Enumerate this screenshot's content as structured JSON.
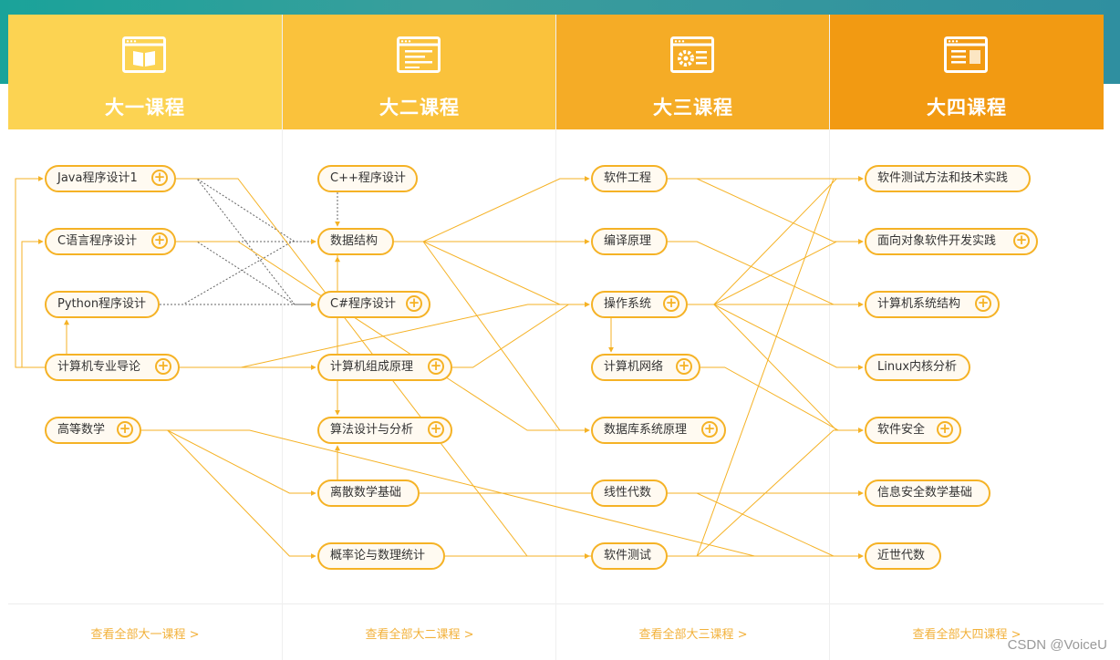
{
  "colors": {
    "col1": "#fcd352",
    "col2": "#fac23c",
    "col3": "#f5ac26",
    "col4": "#f29a12",
    "line": "#f5b225",
    "accent": "#f2b13a"
  },
  "columns": [
    {
      "title": "大一课程",
      "icon": "book-window-icon",
      "footer": "查看全部大一课程 >"
    },
    {
      "title": "大二课程",
      "icon": "document-window-icon",
      "footer": "查看全部大二课程 >"
    },
    {
      "title": "大三课程",
      "icon": "gear-window-icon",
      "footer": "查看全部大三课程 >"
    },
    {
      "title": "大四课程",
      "icon": "layout-window-icon",
      "footer": "查看全部大四课程 >"
    }
  ],
  "courses": [
    {
      "id": "java",
      "label": "Java程序设计1",
      "plus": true
    },
    {
      "id": "c",
      "label": "C语言程序设计",
      "plus": true
    },
    {
      "id": "python",
      "label": "Python程序设计",
      "plus": false
    },
    {
      "id": "intro",
      "label": "计算机专业导论",
      "plus": true
    },
    {
      "id": "math",
      "label": "高等数学",
      "plus": true
    },
    {
      "id": "cpp",
      "label": "C++程序设计",
      "plus": false
    },
    {
      "id": "ds",
      "label": "数据结构",
      "plus": false
    },
    {
      "id": "cs",
      "label": "C#程序设计",
      "plus": true
    },
    {
      "id": "org",
      "label": "计算机组成原理",
      "plus": true
    },
    {
      "id": "algo",
      "label": "算法设计与分析",
      "plus": true
    },
    {
      "id": "discrete",
      "label": "离散数学基础",
      "plus": false
    },
    {
      "id": "prob",
      "label": "概率论与数理统计",
      "plus": false
    },
    {
      "id": "se",
      "label": "软件工程",
      "plus": false
    },
    {
      "id": "compiler",
      "label": "编译原理",
      "plus": false
    },
    {
      "id": "os",
      "label": "操作系统",
      "plus": true
    },
    {
      "id": "net",
      "label": "计算机网络",
      "plus": true
    },
    {
      "id": "db",
      "label": "数据库系统原理",
      "plus": true
    },
    {
      "id": "linalg",
      "label": "线性代数",
      "plus": false
    },
    {
      "id": "test",
      "label": "软件测试",
      "plus": false
    },
    {
      "id": "testprac",
      "label": "软件测试方法和技术实践",
      "plus": false
    },
    {
      "id": "oop",
      "label": "面向对象软件开发实践",
      "plus": true
    },
    {
      "id": "arch",
      "label": "计算机系统结构",
      "plus": true
    },
    {
      "id": "linux",
      "label": "Linux内核分析",
      "plus": false
    },
    {
      "id": "sec",
      "label": "软件安全",
      "plus": true
    },
    {
      "id": "secmath",
      "label": "信息安全数学基础",
      "plus": false
    },
    {
      "id": "algebra",
      "label": "近世代数",
      "plus": false
    }
  ],
  "edges": [
    [
      "java",
      "ds"
    ],
    [
      "java",
      "cs"
    ],
    [
      "c",
      "ds"
    ],
    [
      "c",
      "cs"
    ],
    [
      "python",
      "ds"
    ],
    [
      "python",
      "cs"
    ],
    [
      "cpp",
      "ds"
    ],
    [
      "cs",
      "ds"
    ],
    [
      "intro",
      "java"
    ],
    [
      "intro",
      "c"
    ],
    [
      "intro",
      "python"
    ],
    [
      "intro",
      "org"
    ],
    [
      "intro",
      "os"
    ],
    [
      "java",
      "test"
    ],
    [
      "c",
      "db"
    ],
    [
      "math",
      "discrete"
    ],
    [
      "math",
      "prob"
    ],
    [
      "discrete",
      "algo"
    ],
    [
      "discrete",
      "secmath"
    ],
    [
      "prob",
      "test"
    ],
    [
      "ds",
      "se"
    ],
    [
      "ds",
      "compiler"
    ],
    [
      "ds",
      "os"
    ],
    [
      "ds",
      "algo"
    ],
    [
      "ds",
      "db"
    ],
    [
      "org",
      "os"
    ],
    [
      "os",
      "net"
    ],
    [
      "os",
      "testprac"
    ],
    [
      "os",
      "arch"
    ],
    [
      "os",
      "linux"
    ],
    [
      "os",
      "sec"
    ],
    [
      "os",
      "oop"
    ],
    [
      "net",
      "sec"
    ],
    [
      "se",
      "testprac"
    ],
    [
      "se",
      "oop"
    ],
    [
      "compiler",
      "arch"
    ],
    [
      "linalg",
      "secmath"
    ],
    [
      "linalg",
      "algebra"
    ],
    [
      "test",
      "testprac"
    ],
    [
      "test",
      "sec"
    ],
    [
      "math",
      "algebra"
    ],
    [
      "prob",
      "algebra"
    ]
  ],
  "dashed_edges": [
    [
      "java",
      "ds"
    ],
    [
      "java",
      "cs"
    ],
    [
      "c",
      "ds"
    ],
    [
      "c",
      "cs"
    ],
    [
      "python",
      "ds"
    ],
    [
      "python",
      "cs"
    ],
    [
      "cpp",
      "ds"
    ],
    [
      "cs",
      "ds"
    ]
  ],
  "watermark": "CSDN @VoiceU"
}
